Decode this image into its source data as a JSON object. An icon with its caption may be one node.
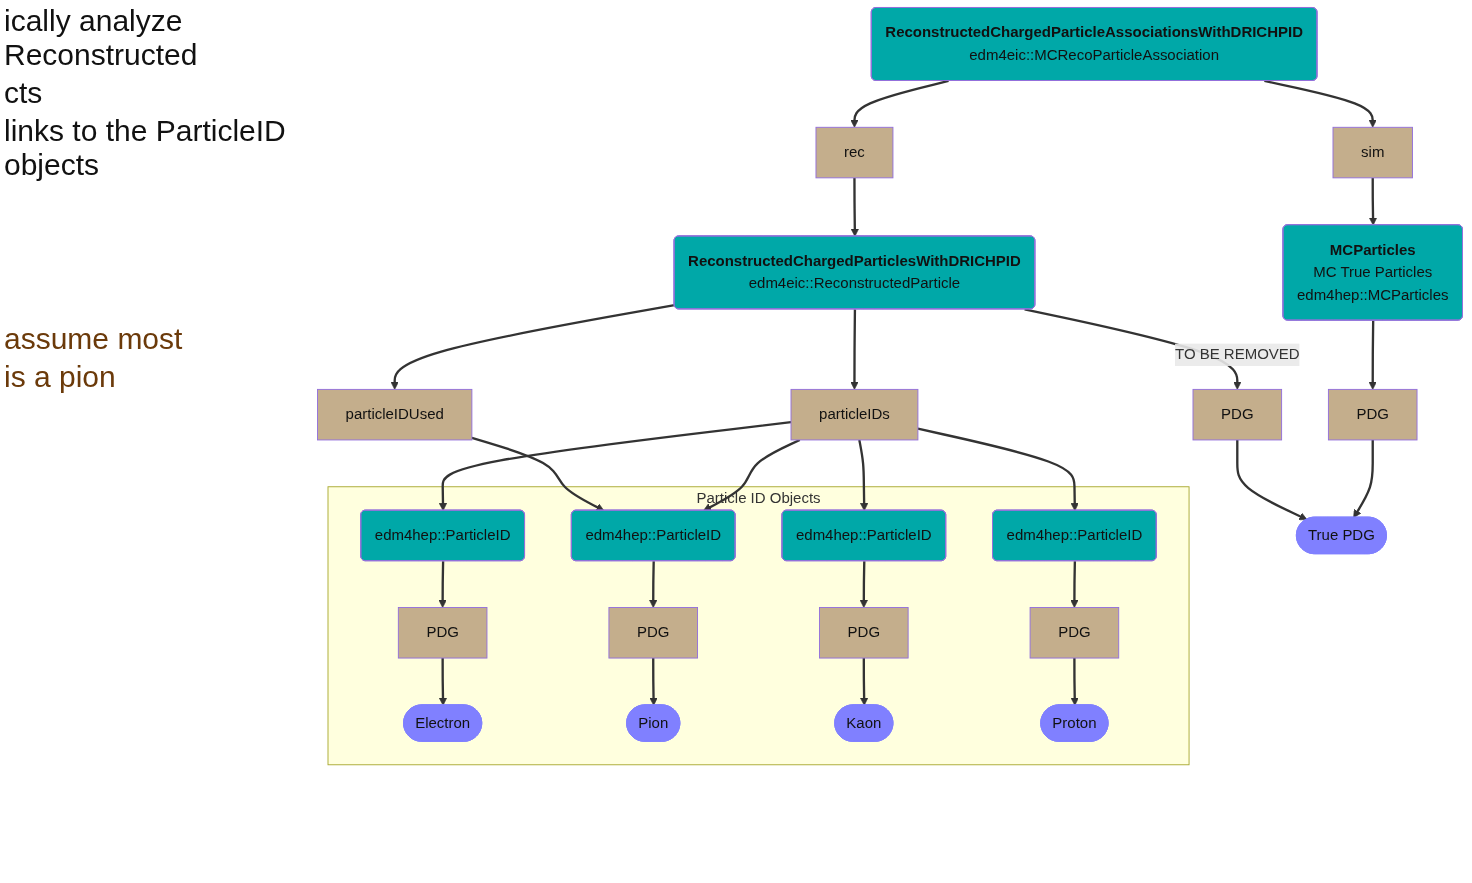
{
  "diagram": {
    "nodes": [
      {
        "text": [
          "ReconstructedChargedParticleAssociationsWithDRICHPID",
          "edm4eic::MCRecoParticleAssociation"
        ]
      },
      {
        "text": [
          "rec"
        ]
      },
      {
        "text": [
          "sim"
        ]
      },
      {
        "text": [
          "ReconstructedChargedParticlesWithDRICHPID",
          "edm4eic::ReconstructedParticle"
        ]
      },
      {
        "text": [
          "MCParticles",
          "MC True Particles",
          "edm4hep::MCParticles"
        ]
      },
      {
        "text": [
          "particleIDUsed"
        ]
      },
      {
        "text": [
          "particleIDs"
        ]
      },
      {
        "text": [
          "PDG"
        ]
      },
      {
        "text": [
          "PDG"
        ]
      },
      {
        "text": [
          "True PDG"
        ]
      },
      {
        "text": [
          "Particle ID Objects"
        ]
      },
      {
        "text": [
          "edm4hep::ParticleID"
        ],
        "in": 10
      },
      {
        "text": [
          "edm4hep::ParticleID"
        ],
        "in": 10
      },
      {
        "text": [
          "edm4hep::ParticleID"
        ],
        "in": 10
      },
      {
        "text": [
          "edm4hep::ParticleID"
        ],
        "in": 10
      },
      {
        "text": [
          "PDG"
        ],
        "in": 10
      },
      {
        "text": [
          "PDG"
        ],
        "in": 10
      },
      {
        "text": [
          "PDG"
        ],
        "in": 10
      },
      {
        "text": [
          "PDG"
        ],
        "in": 10
      },
      {
        "text": [
          "Electron"
        ],
        "in": 10
      },
      {
        "text": [
          "Pion"
        ],
        "in": 10
      },
      {
        "text": [
          "Kaon"
        ],
        "in": 10
      },
      {
        "text": [
          "Proton"
        ],
        "in": 10
      }
    ],
    "edges": [
      {
        "from": 0,
        "to": 1,
        "arrow": "to"
      },
      {
        "from": 0,
        "to": 2,
        "arrow": "to"
      },
      {
        "from": 1,
        "to": 3,
        "arrow": "to"
      },
      {
        "from": 2,
        "to": 4,
        "arrow": "to"
      },
      {
        "from": 3,
        "to": 5,
        "arrow": "to"
      },
      {
        "from": 3,
        "to": 6,
        "arrow": "to"
      },
      {
        "from": 3,
        "to": 7,
        "arrow": "to",
        "label": "TO BE REMOVED"
      },
      {
        "from": 4,
        "to": 8,
        "arrow": "to"
      },
      {
        "from": 5,
        "to": 12,
        "arrow": "to"
      },
      {
        "from": 6,
        "to": 11,
        "arrow": "to"
      },
      {
        "from": 6,
        "to": 12,
        "arrow": "to"
      },
      {
        "from": 6,
        "to": 13,
        "arrow": "to"
      },
      {
        "from": 6,
        "to": 14,
        "arrow": "to"
      },
      {
        "from": 7,
        "to": 9,
        "arrow": "to"
      },
      {
        "from": 8,
        "to": 9,
        "arrow": "to"
      },
      {
        "from": 11,
        "to": 15,
        "arrow": "to"
      },
      {
        "from": 12,
        "to": 16,
        "arrow": "to"
      },
      {
        "from": 13,
        "to": 17,
        "arrow": "to"
      },
      {
        "from": 14,
        "to": 18,
        "arrow": "to"
      },
      {
        "from": 15,
        "to": 19,
        "arrow": "to"
      },
      {
        "from": 16,
        "to": 20,
        "arrow": "to"
      },
      {
        "from": 17,
        "to": 21,
        "arrow": "to"
      },
      {
        "from": 18,
        "to": 22,
        "arrow": "to"
      }
    ],
    "labels": [
      "ically analyze Reconstructed",
      "cts",
      "links to the ParticleID objects",
      "assume most",
      "is a pion"
    ]
  }
}
